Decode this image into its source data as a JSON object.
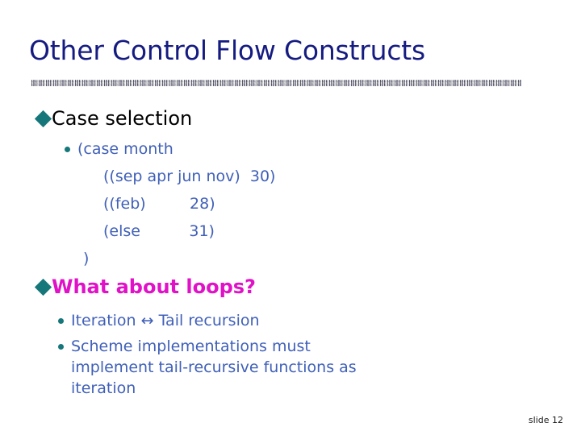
{
  "slide": {
    "title": "Other Control Flow Constructs",
    "slide_number_label": "slide 12",
    "colors": {
      "title": "#151b80",
      "bullet_diamond": "#16777a",
      "bullet_dot": "#16777a",
      "heading_black": "#000000",
      "heading_magenta": "#e111c8",
      "code_text": "#4060b8",
      "divider": "#9a9aa4",
      "background": "#ffffff"
    },
    "icons": {
      "diamond_bullet": "diamond-bullet-icon",
      "dot_bullet": "dot-bullet-icon",
      "divider": "textured-divider"
    },
    "sections": [
      {
        "id": "case-selection",
        "heading": "Case selection",
        "heading_style": "black",
        "bullets": [
          {
            "text": "(case month",
            "bulleted": true
          }
        ],
        "code_lines": [
          "((sep apr jun nov)  30)",
          "((feb)         28)",
          "(else          31)",
          ")"
        ]
      },
      {
        "id": "what-about-loops",
        "heading": "What about loops?",
        "heading_style": "magenta",
        "bullets": [
          {
            "text": "Iteration ↔ Tail recursion",
            "bulleted": true
          },
          {
            "text": "Scheme implementations must implement tail-recursive functions as iteration",
            "bulleted": true
          }
        ],
        "code_lines": []
      }
    ]
  }
}
